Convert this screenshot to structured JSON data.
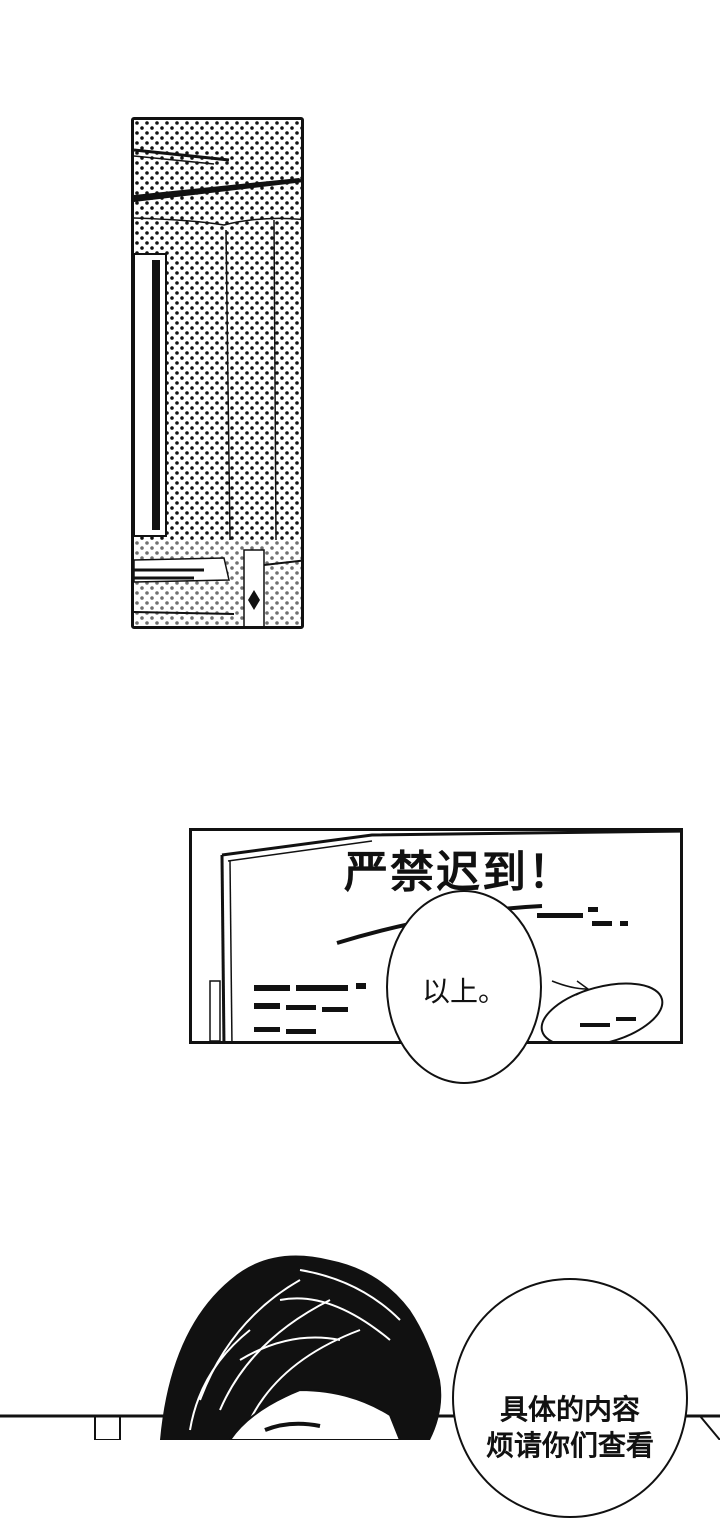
{
  "panels": {
    "sign": {
      "heading": "严禁迟到！"
    }
  },
  "bubbles": {
    "first": {
      "text": "以上。"
    },
    "second": {
      "text": "具体的内容\n烦请你们查看"
    }
  },
  "colors": {
    "ink": "#111111",
    "paper": "#ffffff"
  }
}
